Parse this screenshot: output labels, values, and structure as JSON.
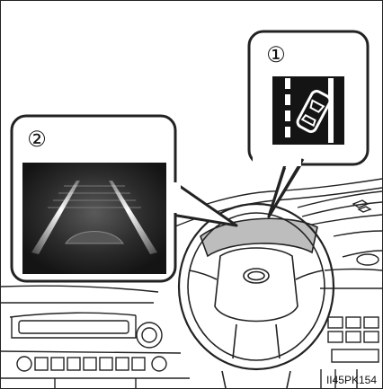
{
  "callouts": [
    {
      "number": "①",
      "icon": "lane-departure-alert-icon"
    },
    {
      "number": "②",
      "icon": "lane-line-display-icon"
    }
  ],
  "image_code": "II45PK154",
  "colors": {
    "line": "#222222",
    "screen_dark": "#1b1b1b",
    "highlight_gray": "#bdbdbd"
  }
}
